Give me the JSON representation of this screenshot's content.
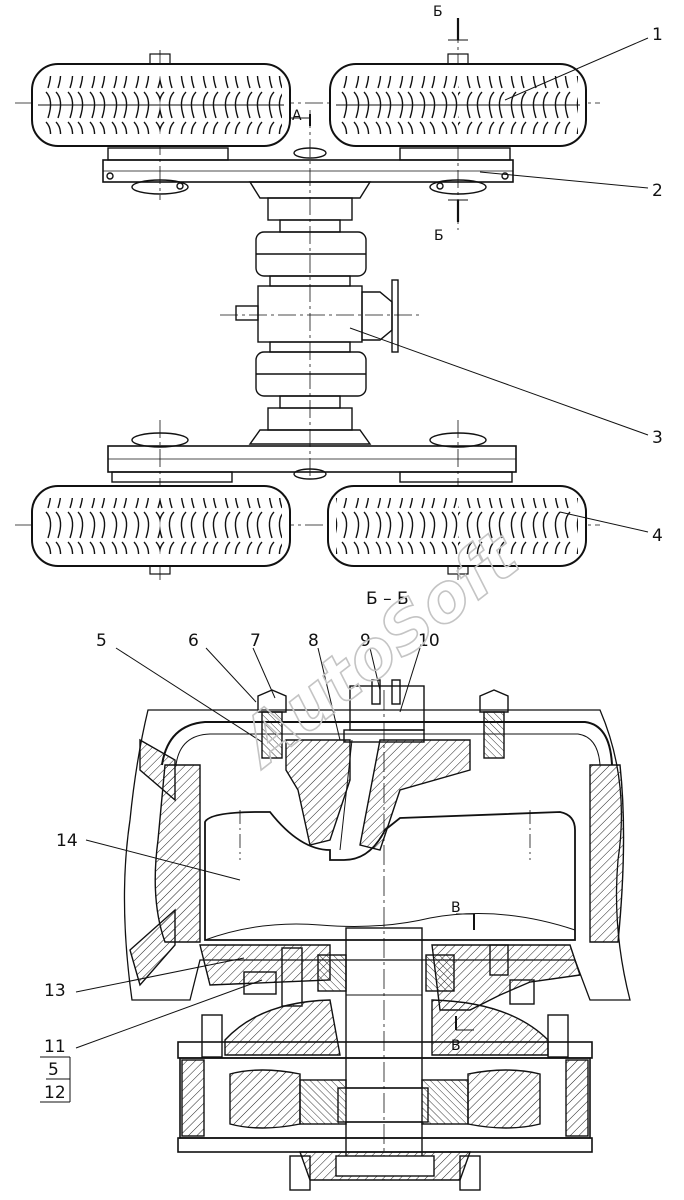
{
  "callouts": [
    "1",
    "2",
    "3",
    "4",
    "5",
    "6",
    "7",
    "8",
    "9",
    "10",
    "11",
    "13",
    "14"
  ],
  "fraction": {
    "top": "5",
    "bottom": "12"
  },
  "section_marks": {
    "b_top": "Б",
    "b_bottom": "Б",
    "a": "A",
    "v_top": "В",
    "v_bottom": "В",
    "section_title": "Б – Б"
  },
  "watermark": "AutoSoft"
}
